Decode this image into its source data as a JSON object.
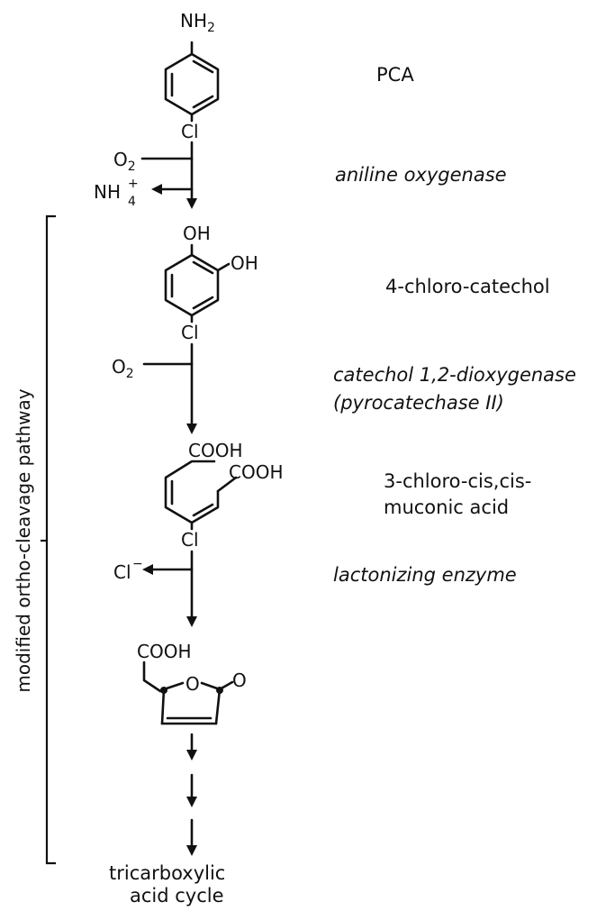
{
  "compounds": {
    "pca": {
      "name": "PCA",
      "amino_group": "NH",
      "amino_sub": "2",
      "substituent": "Cl"
    },
    "chlorocatechol": {
      "name": "4-chloro-catechol",
      "hydroxyl_1": "OH",
      "hydroxyl_2": "OH",
      "substituent": "Cl"
    },
    "muconic_acid": {
      "name_line1": "3-chloro-cis,cis-",
      "name_line2": "muconic acid",
      "carboxyl_1": "COOH",
      "carboxyl_2": "COOH",
      "substituent": "Cl"
    },
    "lactone": {
      "carboxyl": "COOH",
      "ring_oxygen": "O",
      "keto_oxygen": "O"
    },
    "tca": {
      "line1": "tricarboxylic",
      "line2": "acid cycle"
    }
  },
  "enzymes": {
    "aniline_oxygenase": "aniline oxygenase",
    "dioxygenase_line1": "catechol 1,2-dioxygenase",
    "dioxygenase_line2": "(pyrocatechase II)",
    "lactonizing": "lactonizing enzyme"
  },
  "cosubstrates": {
    "step1_in": "O",
    "step1_in_sub": "2",
    "step1_out": "NH",
    "step1_out_sub": "4",
    "step1_out_sup": "+",
    "step2_in": "O",
    "step2_in_sub": "2",
    "step3_out": "Cl",
    "step3_out_sup": "−"
  },
  "pathway_label": "modified ortho-cleavage pathway"
}
